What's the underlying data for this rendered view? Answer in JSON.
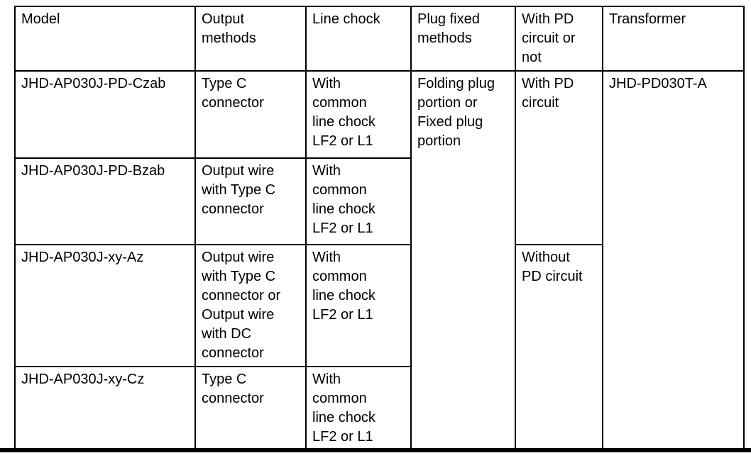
{
  "table": {
    "headers": [
      "Model",
      "Output\nmethods",
      "Line chock",
      "Plug fixed\nmethods",
      "With PD\ncircuit or\nnot",
      "Transformer"
    ],
    "rows": [
      {
        "model": "JHD-AP030J-PD-Czab",
        "output_method": "Type C\nconnector",
        "line_chock": "With\ncommon\nline chock\nLF2 or L1"
      },
      {
        "model": "JHD-AP030J-PD-Bzab",
        "output_method": "Output wire\nwith Type C\nconnector",
        "line_chock": "With\ncommon\nline chock\nLF2 or L1"
      },
      {
        "model": "JHD-AP030J-xy-Az",
        "output_method": "Output wire\nwith Type C\nconnector or\nOutput wire\nwith DC\nconnector",
        "line_chock": "With\ncommon\nline chock\nLF2 or L1"
      },
      {
        "model": "JHD-AP030J-xy-Cz",
        "output_method": "Type C\nconnector",
        "line_chock": "With\ncommon\nline chock\nLF2 or L1"
      }
    ],
    "merged": {
      "plug_fixed_methods": "Folding plug\nportion or\nFixed plug\nportion",
      "pd_with": "With PD\ncircuit",
      "pd_without": "Without\nPD circuit",
      "transformer": "JHD-PD030T-A"
    }
  },
  "colors": {
    "text": "#000000",
    "border": "#000000",
    "background": "#ffffff"
  }
}
